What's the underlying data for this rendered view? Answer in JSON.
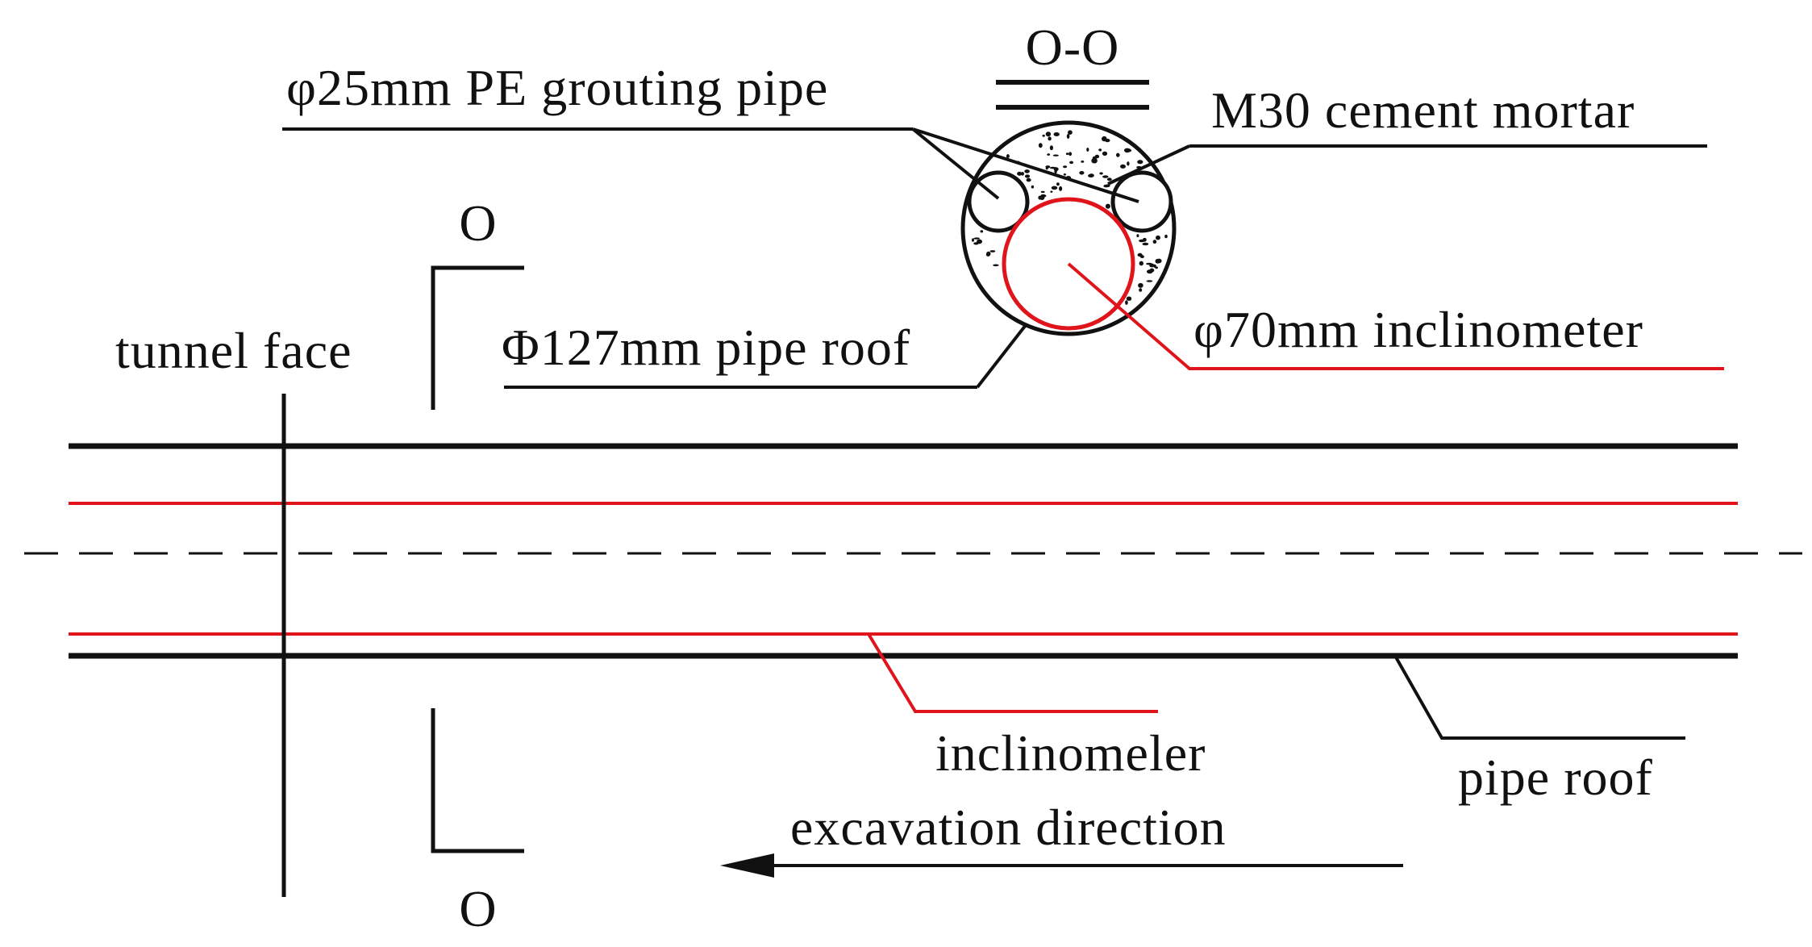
{
  "labels": {
    "section_title": "O-O",
    "pe_grouting_pipe": "φ25mm PE grouting pipe",
    "cement_mortar": "M30 cement mortar",
    "pipe_roof_section": "Φ127mm pipe roof",
    "inclinometer_section": "φ70mm inclinometer",
    "tunnel_face": "tunnel face",
    "section_mark_top": "O",
    "section_mark_bottom": "O",
    "inclinometer": "inclinomeler",
    "pipe_roof": "pipe roof",
    "excavation_direction": "excavation direction"
  },
  "colors": {
    "line": "#111111",
    "inclinometer": "#e0141b",
    "background": "#ffffff"
  }
}
